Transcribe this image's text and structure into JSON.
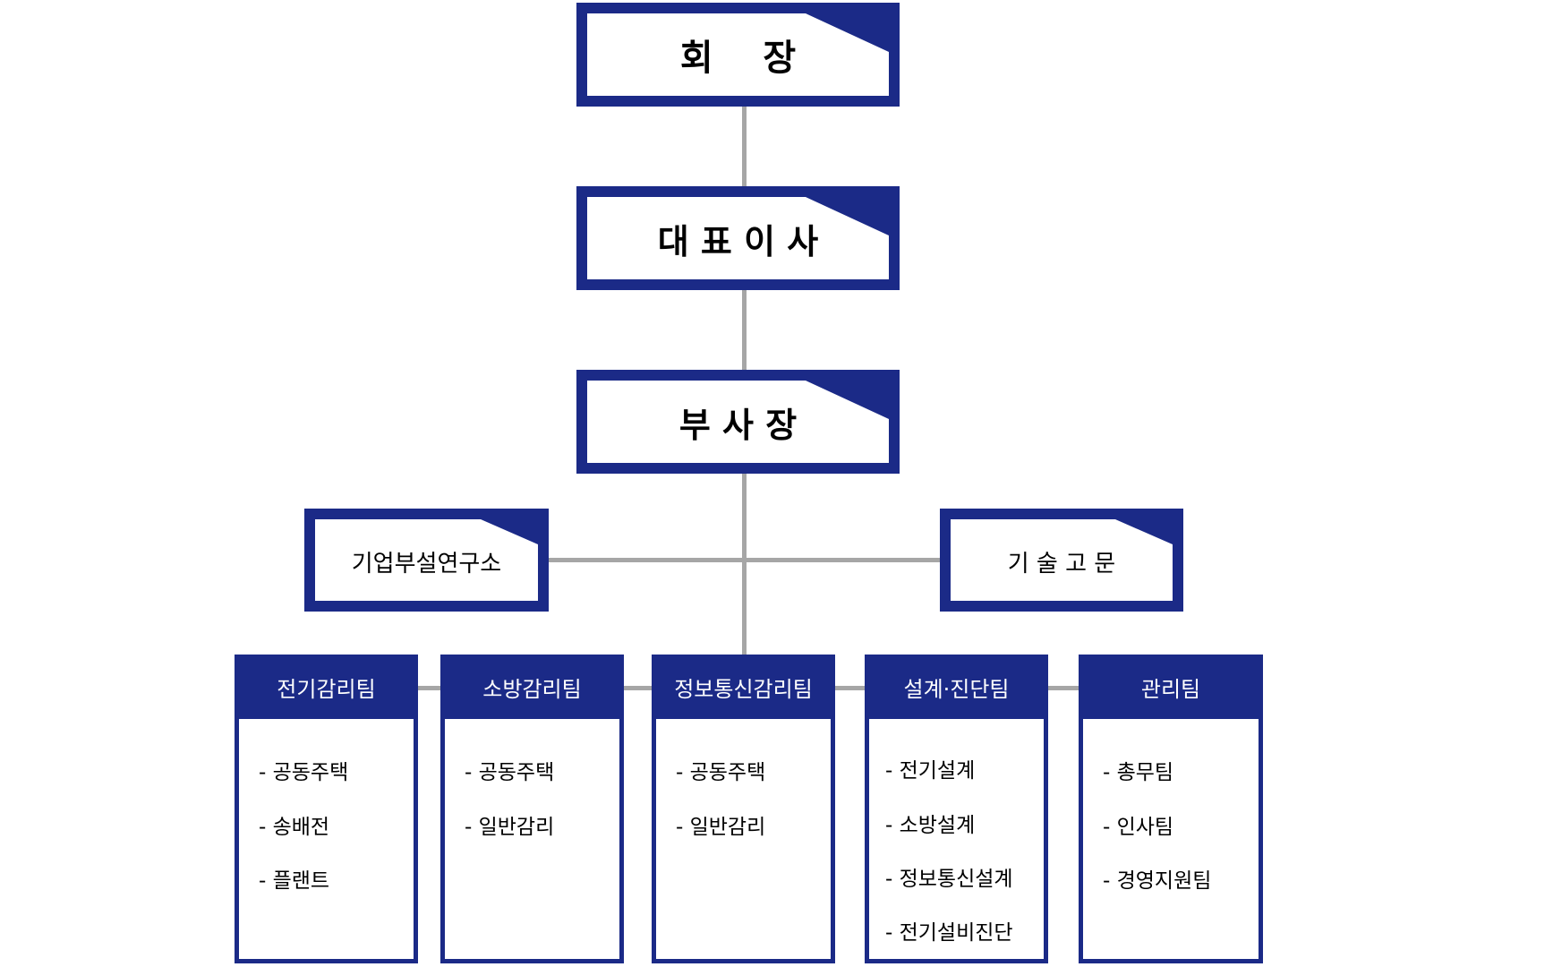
{
  "executives": [
    {
      "label": "회    장"
    },
    {
      "label": "대 표 이 사"
    },
    {
      "label": "부 사 장"
    }
  ],
  "side_units": {
    "left": "기업부설연구소",
    "right": "기 술 고 문"
  },
  "teams": [
    {
      "name": "전기감리팀",
      "items": [
        "- 공동주택",
        "- 송배전",
        "- 플랜트"
      ]
    },
    {
      "name": "소방감리팀",
      "items": [
        "- 공동주택",
        "- 일반감리"
      ]
    },
    {
      "name": "정보통신감리팀",
      "items": [
        "- 공동주택",
        "- 일반감리"
      ]
    },
    {
      "name": "설계·진단팀",
      "items": [
        "- 전기설계",
        "- 소방설계",
        "- 정보통신설계",
        "- 전기설비진단"
      ]
    },
    {
      "name": "관리팀",
      "items": [
        "- 총무팀",
        "- 인사팀",
        "- 경영지원팀"
      ]
    }
  ],
  "colors": {
    "navy": "#1b2a87",
    "connector": "#a6a6a6"
  }
}
